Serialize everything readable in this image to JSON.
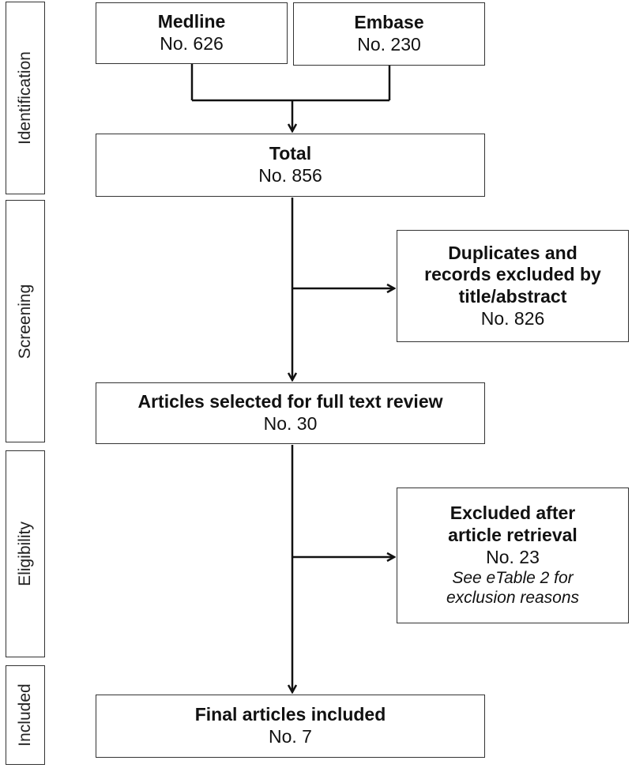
{
  "stages": {
    "identification": "Identification",
    "screening": "Screening",
    "eligibility": "Eligibility",
    "included": "Included"
  },
  "boxes": {
    "medline": {
      "title": "Medline",
      "count": "No. 626"
    },
    "embase": {
      "title": "Embase",
      "count": "No. 230"
    },
    "total": {
      "title": "Total",
      "count": "No. 856"
    },
    "duplicates": {
      "title_line1": "Duplicates and",
      "title_line2": "records excluded by",
      "title_line3": "title/abstract",
      "count": "No. 826"
    },
    "full_text": {
      "title": "Articles selected for full text review",
      "count": "No. 30"
    },
    "excluded": {
      "title_line1": "Excluded after",
      "title_line2": "article retrieval",
      "count": "No. 23",
      "note_line1": "See eTable 2 for",
      "note_line2": "exclusion reasons"
    },
    "final": {
      "title": "Final articles included",
      "count": "No. 7"
    }
  }
}
